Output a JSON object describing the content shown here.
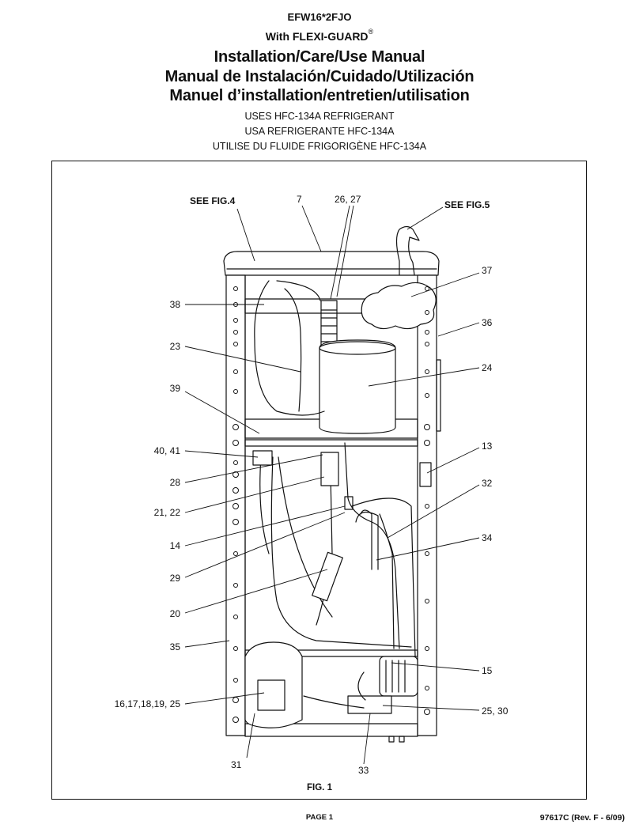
{
  "header": {
    "model": "EFW16*2FJO",
    "with_prefix": "With FLEXI-GUARD",
    "registered_mark": "®",
    "titles": [
      "Installation/Care/Use Manual",
      "Manual de Instalación/Cuidado/Utilización",
      "Manuel d’installation/entretien/utilisation"
    ],
    "refrigerant": [
      "USES HFC-134A REFRIGERANT",
      "USA REFRIGERANTE HFC-134A",
      "UTILISE DU FLUIDE FRIGORIGÈNE HFC-134A"
    ]
  },
  "figure": {
    "caption": "FIG. 1",
    "see_fig4": "SEE FIG.4",
    "see_fig5": "SEE FIG.5",
    "callouts": {
      "c7": "7",
      "c26_27": "26, 27",
      "c37": "37",
      "c38": "38",
      "c36": "36",
      "c23": "23",
      "c24": "24",
      "c39": "39",
      "c40_41": "40, 41",
      "c13": "13",
      "c28": "28",
      "c32": "32",
      "c21_22": "21, 22",
      "c14": "14",
      "c34": "34",
      "c29": "29",
      "c20": "20",
      "c35": "35",
      "c15": "15",
      "c16_25": "16,17,18,19, 25",
      "c25_30": "25, 30",
      "c31": "31",
      "c33": "33"
    }
  },
  "footer": {
    "page": "PAGE 1",
    "code": "97617C (Rev. F - 6/09)"
  }
}
